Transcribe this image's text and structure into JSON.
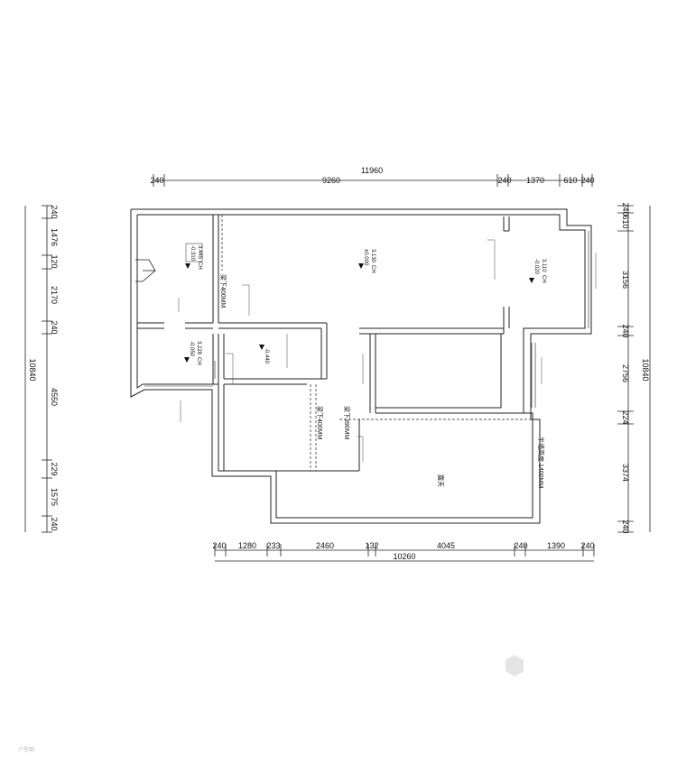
{
  "dimensions": {
    "top_total": "11960",
    "top_segments": [
      "240",
      "9260",
      "240",
      "1370",
      "610",
      "240"
    ],
    "bottom_total": "10260",
    "bottom_segments": [
      "240",
      "1280",
      "233",
      "2460",
      "132",
      "4045",
      "240",
      "1390",
      "240"
    ],
    "left_total": "10840",
    "left_segments": [
      "240",
      "1476",
      "120",
      "2170",
      "240",
      "4550",
      "229",
      "1575",
      "240"
    ],
    "right_total": "10840",
    "right_segments": [
      "240",
      "610",
      "3156",
      "240",
      "2756",
      "224",
      "3374",
      "240"
    ]
  },
  "ceiling_marks": [
    {
      "height": "3.445",
      "code": "CH",
      "level": "-0.310"
    },
    {
      "height": "3.228",
      "code": "CH",
      "level": "-0.050"
    },
    {
      "height": "3.130",
      "code": "CH",
      "level": "±0.000"
    },
    {
      "height": "3.110",
      "code": "CH",
      "level": "-0.020"
    }
  ],
  "floor_level": "-0.440",
  "beam_labels": [
    "梁下400MM",
    "梁下390MM",
    "梁下400MM"
  ],
  "parapet_label": "半墙高度 1400MM",
  "terrace_label": "露天",
  "watermark": "户型图"
}
